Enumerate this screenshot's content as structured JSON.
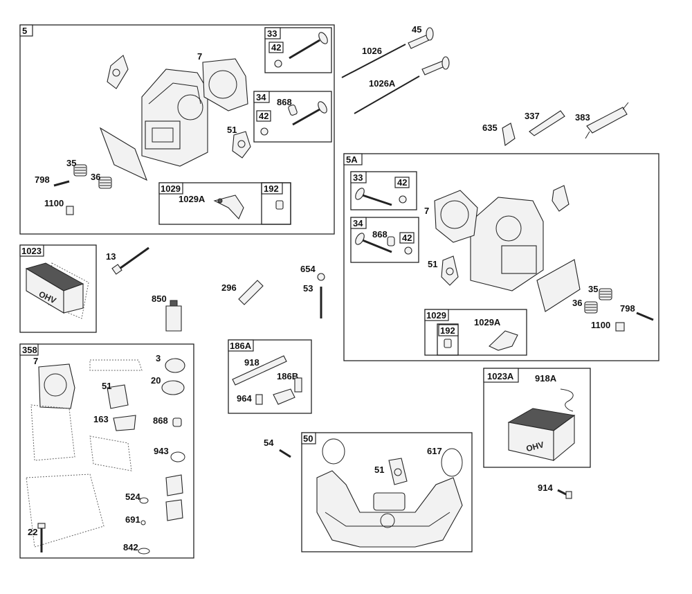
{
  "groups": {
    "g5": "5",
    "g33a": "33",
    "g34a": "34",
    "g1029a": "1029",
    "g192a": "192",
    "g42a": "42",
    "g42b": "42",
    "g5A": "5A",
    "g33b": "33",
    "g34b": "34",
    "g42c": "42",
    "g42d": "42",
    "g1029b": "1029",
    "g192b": "192",
    "g1023": "1023",
    "g358": "358",
    "g186A": "186A",
    "g50": "50",
    "g1023A": "1023A"
  },
  "labels": {
    "l7a": "7",
    "l51a": "51",
    "l868a": "868",
    "l1029Aa": "1029A",
    "l35a": "35",
    "l36a": "36",
    "l798a": "798",
    "l1100a": "1100",
    "l45": "45",
    "l1026": "1026",
    "l1026A": "1026A",
    "l635": "635",
    "l337": "337",
    "l383": "383",
    "l7b": "7",
    "l51b": "51",
    "l868b": "868",
    "l35b": "35",
    "l36b": "36",
    "l798b": "798",
    "l1100b": "1100",
    "l1029Ab": "1029A",
    "l13": "13",
    "l850": "850",
    "l296": "296",
    "l654": "654",
    "l53": "53",
    "l7c": "7",
    "l3": "3",
    "l20": "20",
    "l51c": "51",
    "l163": "163",
    "l868c": "868",
    "l943": "943",
    "l524": "524",
    "l691": "691",
    "l22": "22",
    "l842": "842",
    "l918": "918",
    "l186B": "186B",
    "l964": "964",
    "l54": "54",
    "l51d": "51",
    "l617": "617",
    "l918A": "918A",
    "l914": "914"
  },
  "stamps": {
    "ohv": "OHV"
  }
}
